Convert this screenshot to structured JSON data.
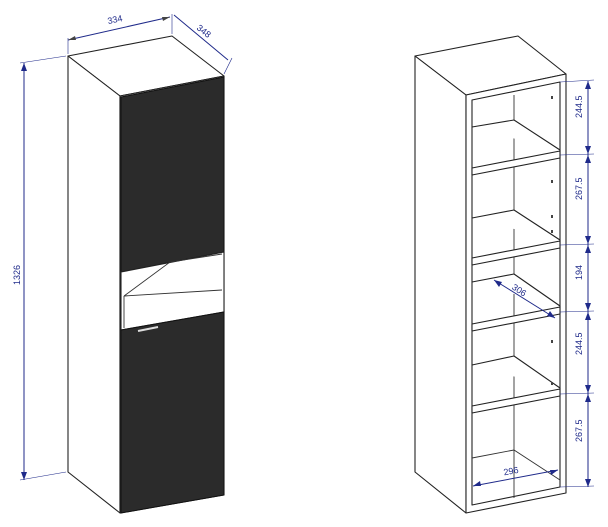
{
  "dimensions": {
    "width": "334",
    "depth": "348",
    "height": "1326",
    "compartment_1": "244.5",
    "compartment_2": "267.5",
    "compartment_3": "194",
    "compartment_4": "244.5",
    "compartment_5": "267.5",
    "inner_depth": "306",
    "inner_width": "296"
  },
  "colors": {
    "dimension_line": "#1f2a8a",
    "outline": "#222222",
    "door_fill": "#2b2b2b"
  }
}
